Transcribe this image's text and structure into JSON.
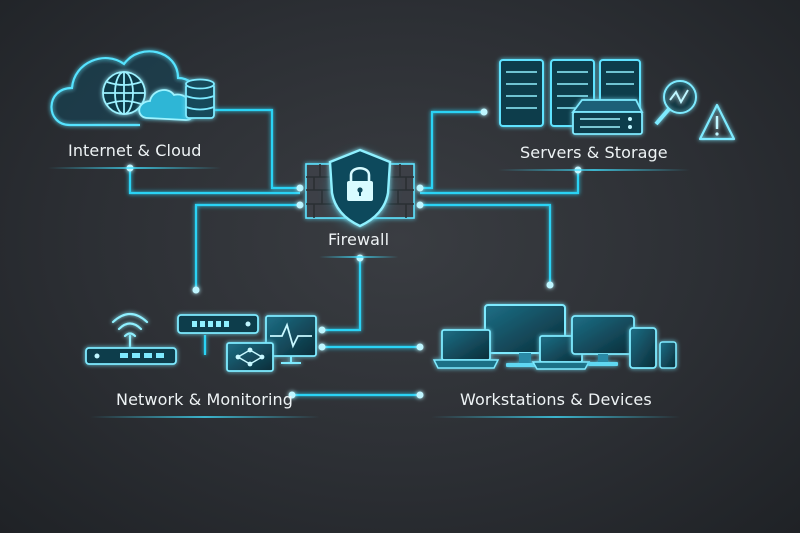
{
  "labels": {
    "internet_cloud": "Internet & Cloud",
    "servers_storage": "Servers & Storage",
    "firewall": "Firewall",
    "network_monitoring": "Network & Monitoring",
    "workstations_devices": "Workstations & Devices"
  },
  "colors": {
    "background": "#2c2f34",
    "glow": "#3fe0ff",
    "line": "#29d3f5",
    "panel": "#0e3a48"
  },
  "icons": [
    "cloud-icon",
    "globe-icon",
    "database-icon",
    "server-rack-icon",
    "magnifier-chart-icon",
    "warning-triangle-icon",
    "firewall-brick-icon",
    "shield-lock-icon",
    "wifi-icon",
    "router-icon",
    "network-switch-icon",
    "monitor-pulse-icon",
    "network-topology-icon",
    "laptop-icon",
    "desktop-monitor-icon",
    "tablet-icon",
    "phone-icon"
  ]
}
